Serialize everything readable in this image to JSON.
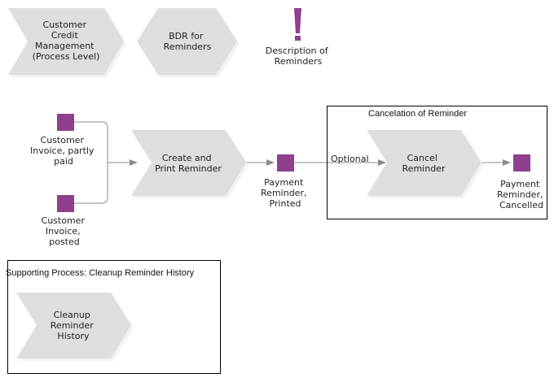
{
  "colors": {
    "shape_fill": "#dedede",
    "shape_shadow": "#f2f2f2",
    "event_fill": "#8e3f8e",
    "connector": "#8c8c8c",
    "frame": "#000000"
  },
  "top_row": {
    "process_level": "Customer Credit Management (Process Level)",
    "bdr": "BDR for Reminders",
    "description_icon": "exclamation-icon",
    "description": "Description of Reminders"
  },
  "events": {
    "invoice_partly_paid": "Customer Invoice, partly paid",
    "invoice_posted": "Customer Invoice, posted",
    "reminder_printed": "Payment Reminder, Printed",
    "reminder_cancelled": "Payment Reminder, Cancelled"
  },
  "functions": {
    "create_print": "Create and Print Reminder",
    "cancel": "Cancel Reminder",
    "cleanup": "Cleanup Reminder History"
  },
  "connector_labels": {
    "optional": "Optional"
  },
  "frames": {
    "cancelation": "Cancelation of Reminder",
    "supporting": "Supporting Process: Cleanup Reminder History"
  }
}
